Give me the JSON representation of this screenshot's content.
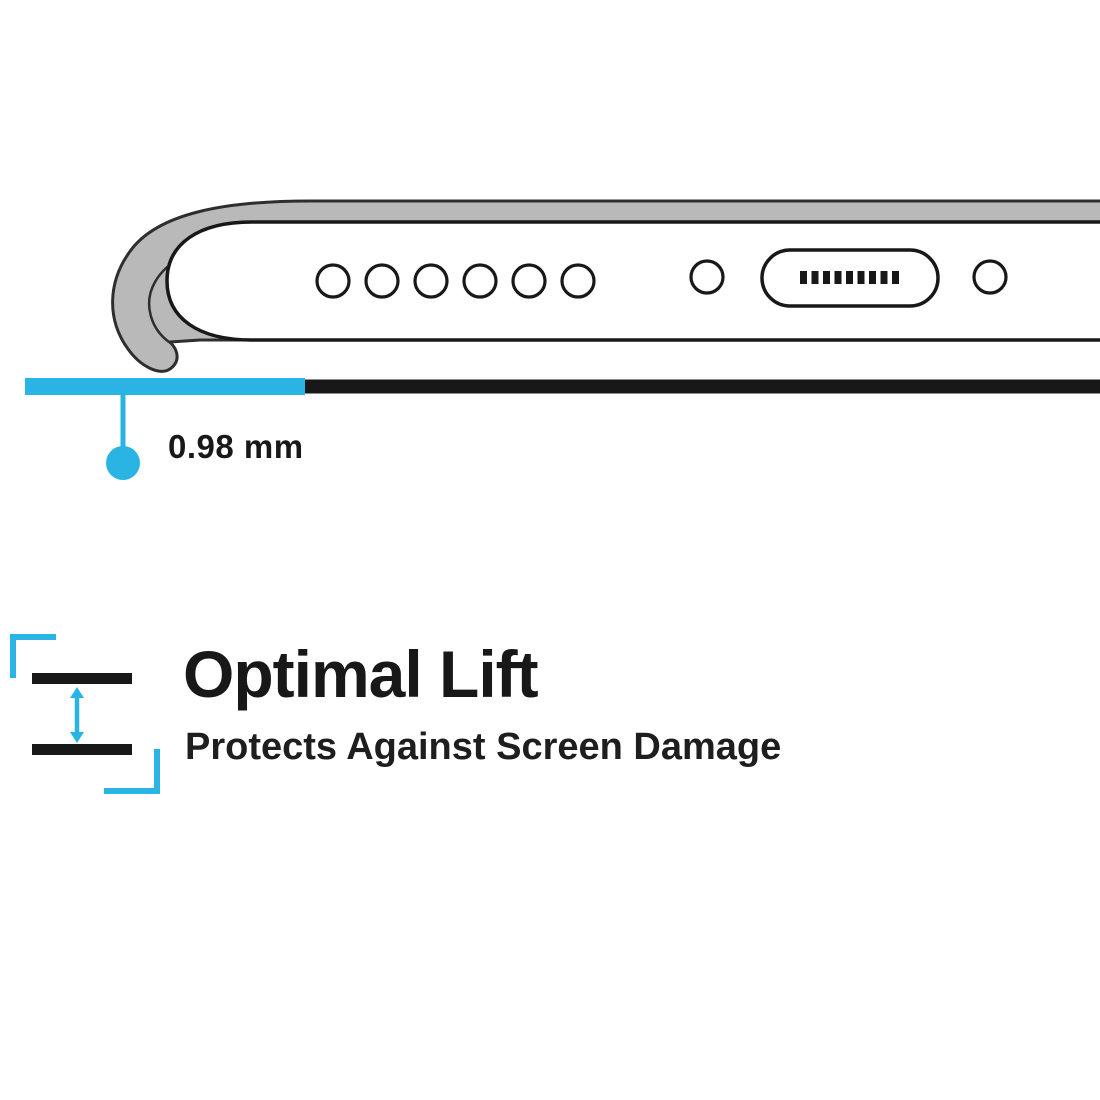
{
  "colors": {
    "accent_cyan": "#29b4e4",
    "ink_black": "#181818",
    "case_gray": "#b9b9b9",
    "outline_dark": "#2e2e2e"
  },
  "illustration": {
    "name": "phone-case-bottom-edge-lift-diagram",
    "measurement": "0.98 mm"
  },
  "feature": {
    "title": "Optimal Lift",
    "subtitle": "Protects Against Screen Damage"
  }
}
